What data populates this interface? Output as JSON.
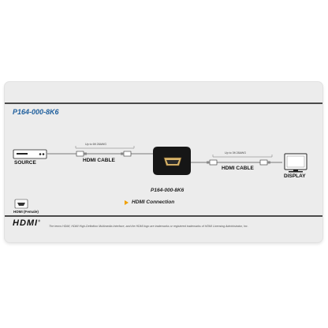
{
  "model_title": "P164-000-8K6",
  "source_label": "SOURCE",
  "cable1": {
    "length_label": "Up to 6ft 28AWG",
    "label": "HDMI CABLE"
  },
  "coupler_label": "P164-000-8K6",
  "cable2": {
    "length_label": "Up to 3ft 28AWG",
    "label": "HDMI CABLE"
  },
  "display_label": "DISPLAY",
  "connection_label": "HDMI Connection",
  "legend_label": "HDMI (Female)",
  "hdmi_logo_text": "HDMI",
  "trademark_text": "The terms HDMI, HDMI High-Definition Multimedia Interface, and the HDMI logo are trademarks or registered trademarks of HDMI Licensing Administrator, Inc.",
  "colors": {
    "title": "#1f5f9d",
    "arrow": "#f0a000",
    "card": "#ececec"
  }
}
